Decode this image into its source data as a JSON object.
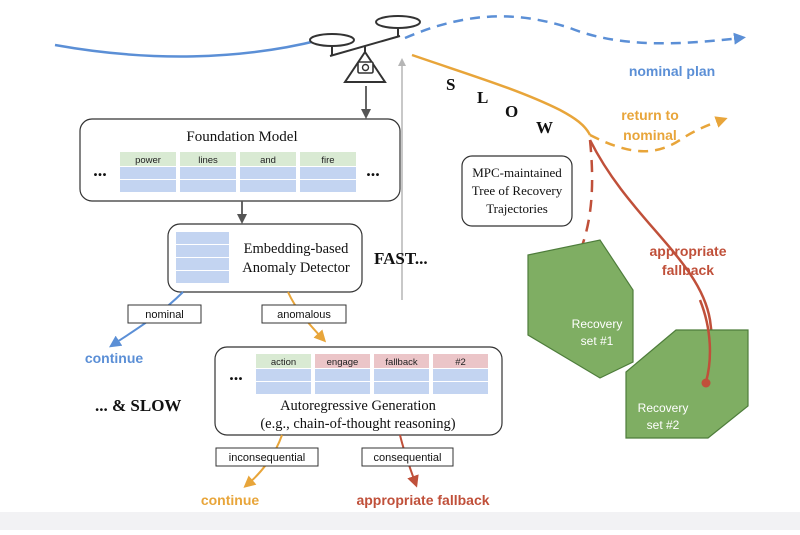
{
  "colors": {
    "blue": "#5b8fd6",
    "orange": "#e8a53a",
    "red": "#c0503a",
    "green_fill": "#7fae63",
    "green_stroke": "#4e7d3b",
    "token_green": "#d9ead3",
    "token_pink": "#ebc5c8",
    "token_blue": "#c3d4f1"
  },
  "flight": {
    "nominal_plan": "nominal plan",
    "return_to_nominal_1": "return to",
    "return_to_nominal_2": "nominal",
    "appropriate_fallback_1": "appropriate",
    "appropriate_fallback_2": "fallback",
    "slow_letters": [
      "S",
      "L",
      "O",
      "W"
    ]
  },
  "mpc_tree": {
    "line1": "MPC-maintained",
    "line2": "Tree of Recovery",
    "line3": "Trajectories"
  },
  "recovery_sets": [
    {
      "line1": "Recovery",
      "line2": "set #1"
    },
    {
      "line1": "Recovery",
      "line2": "set #2"
    }
  ],
  "foundation_model": {
    "title": "Foundation Model",
    "tokens": [
      "power",
      "lines",
      "and",
      "fire"
    ],
    "ellipsis": "..."
  },
  "anomaly_detector": {
    "line1": "Embedding-based",
    "line2": "Anomaly Detector"
  },
  "fast_label": "FAST...",
  "slow_label": "... & SLOW",
  "branches": {
    "nominal": "nominal",
    "anomalous": "anomalous",
    "continue_blue": "continue",
    "inconsequential": "inconsequential",
    "consequential": "consequential",
    "continue_orange": "continue",
    "appropriate_fallback": "appropriate fallback"
  },
  "autoregressive": {
    "line1": "Autoregressive Generation",
    "line2": "(e.g., chain-of-thought reasoning)",
    "tokens": [
      "action",
      "engage",
      "fallback",
      "#2"
    ],
    "ellipsis": "..."
  }
}
